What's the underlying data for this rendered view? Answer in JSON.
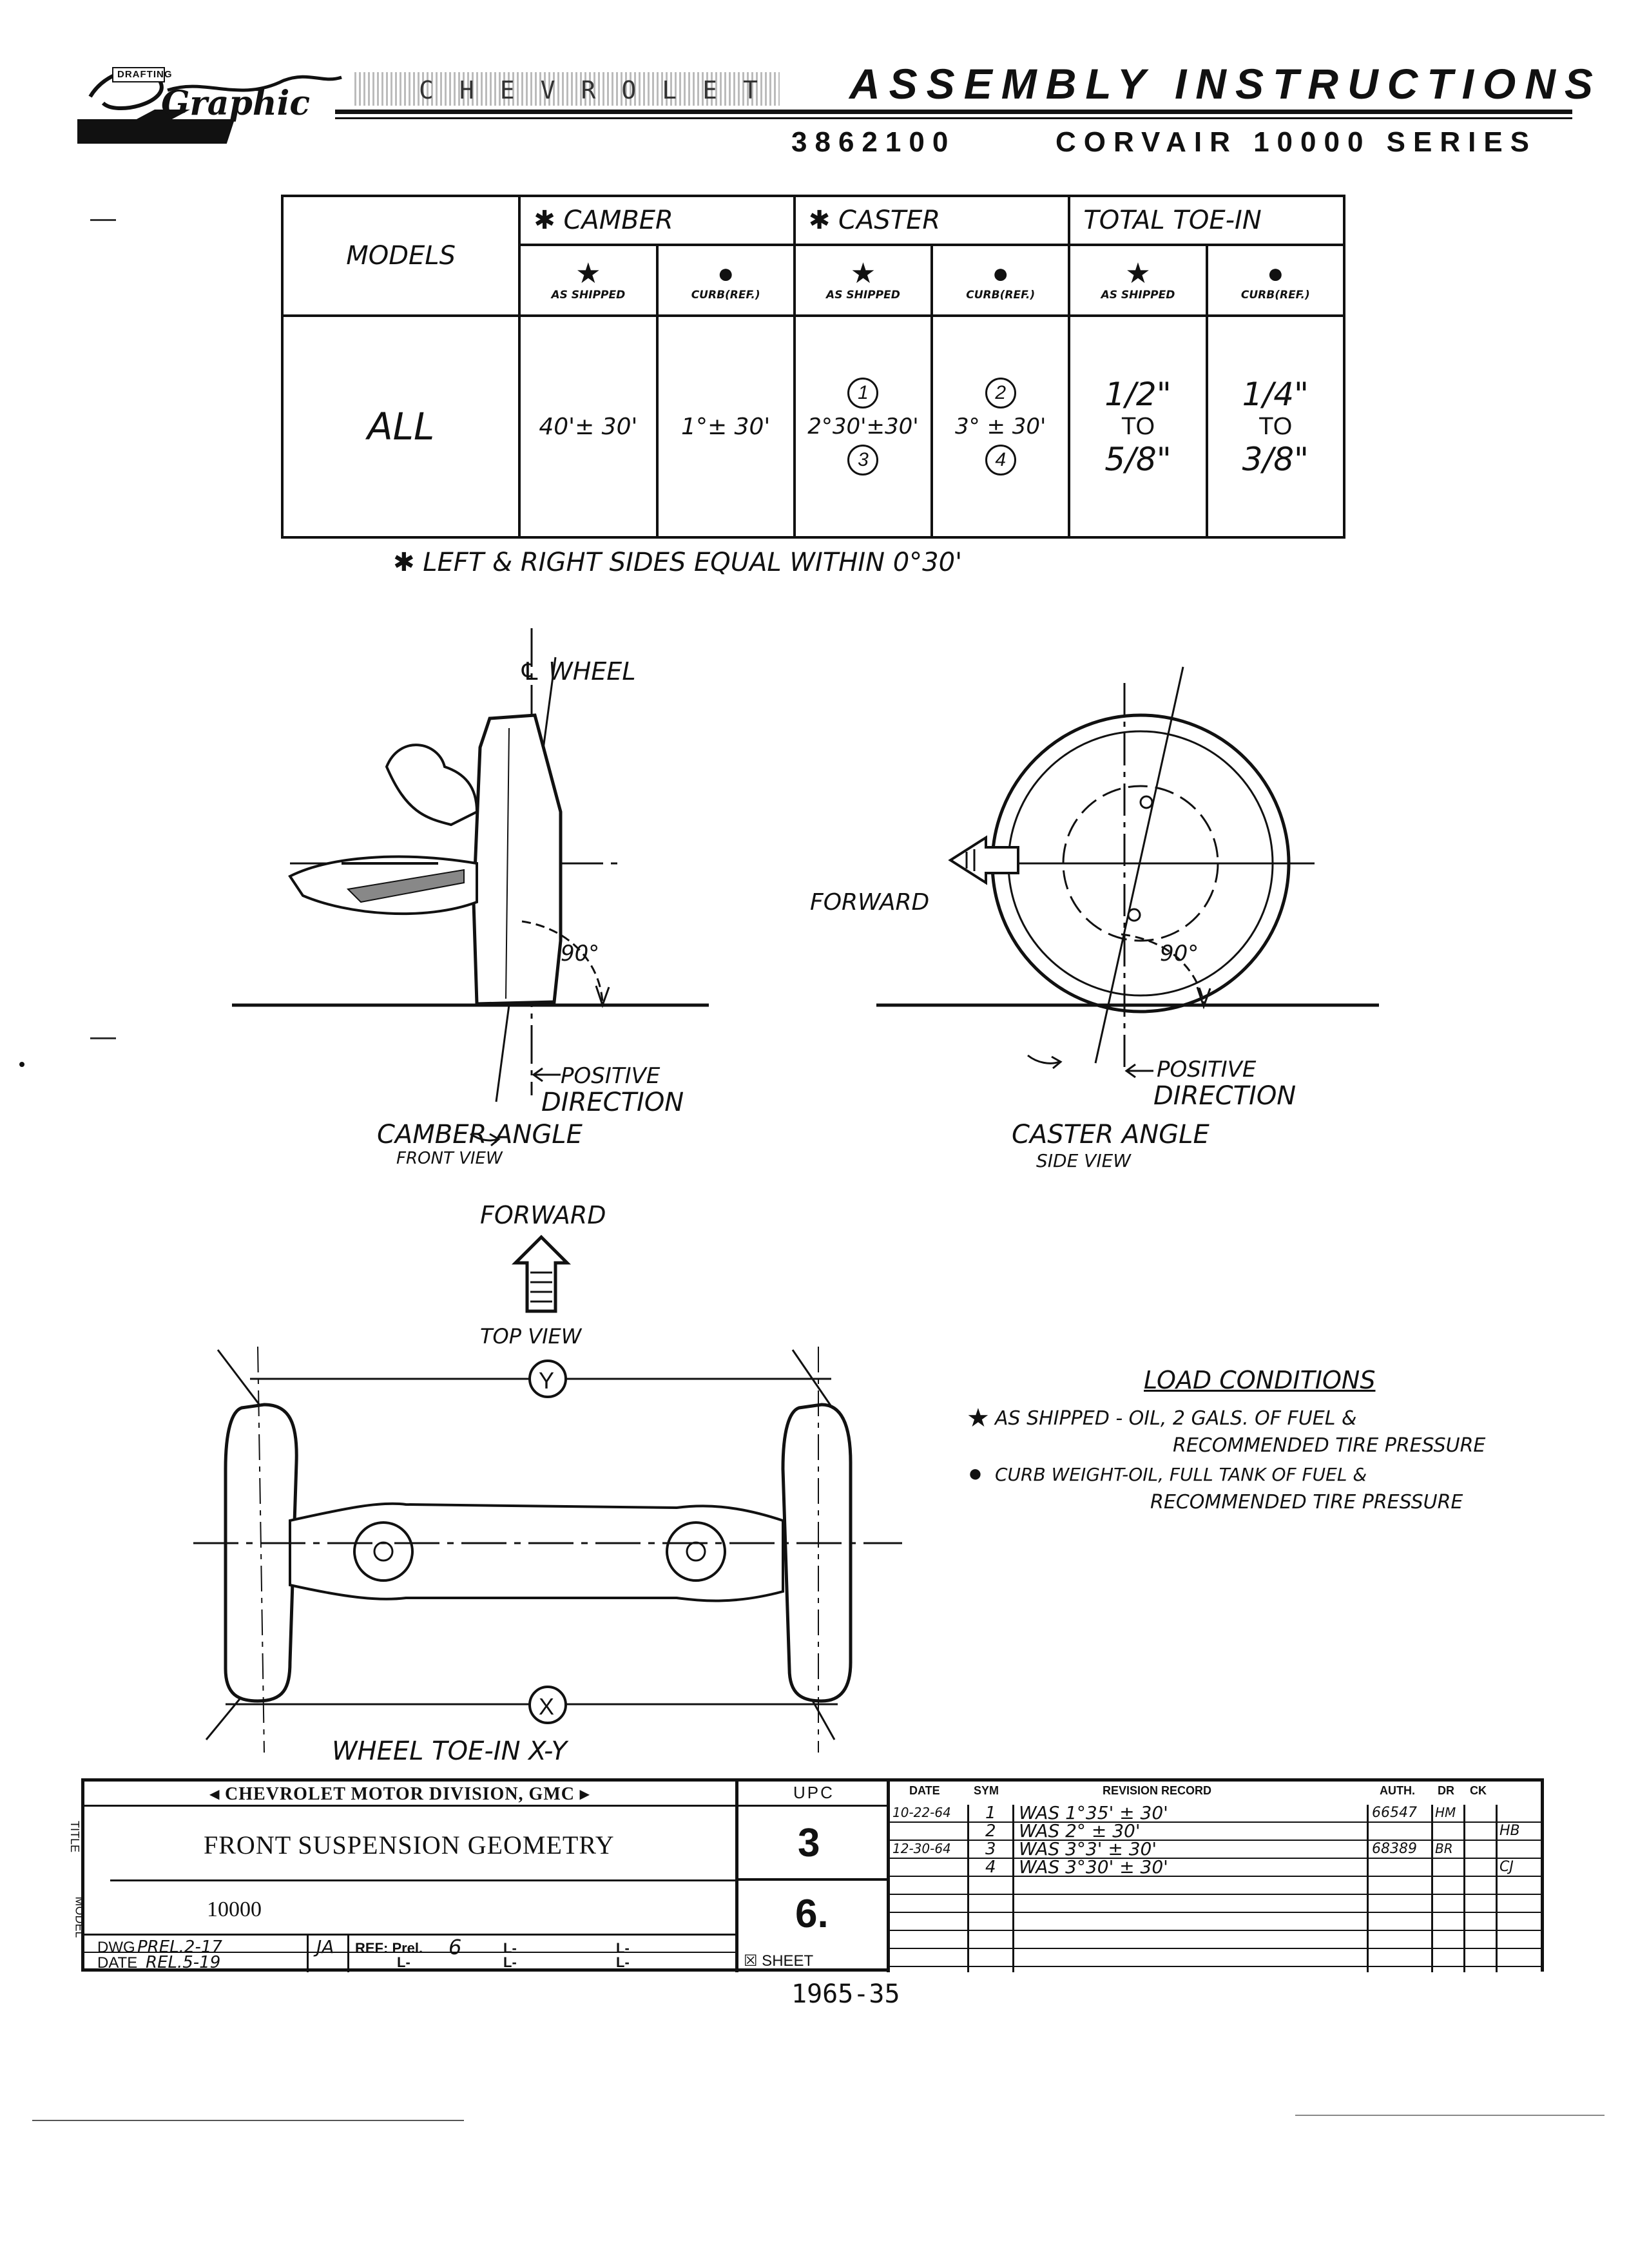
{
  "header": {
    "logo_small": "DRAFTING",
    "logo_script": "Graphic",
    "logo_brand": "CHEVROLET",
    "title": "ASSEMBLY INSTRUCTIONS",
    "part_number": "3862100",
    "series": "CORVAIR 10000 SERIES"
  },
  "spec_table": {
    "models_label": "MODELS",
    "groups": [
      "✱ CAMBER",
      "✱ CASTER",
      "TOTAL TOE-IN"
    ],
    "sub_headers": [
      "AS SHIPPED",
      "CURB(REF.)",
      "AS SHIPPED",
      "CURB(REF.)",
      "AS SHIPPED",
      "CURB(REF.)"
    ],
    "sub_symbols": [
      "★",
      "●",
      "★",
      "●",
      "★",
      "●"
    ],
    "row": {
      "model": "ALL",
      "camber_shipped": "40'± 30'",
      "camber_curb": "1°± 30'",
      "caster_shipped_note_top": "1",
      "caster_shipped": "2°30'±30'",
      "caster_shipped_note_bottom": "3",
      "caster_curb_note_top": "2",
      "caster_curb": "3° ± 30'",
      "caster_curb_note_bottom": "4",
      "toe_shipped_a": "1/2\"",
      "toe_shipped_to": "TO",
      "toe_shipped_b": "5/8\"",
      "toe_curb_a": "1/4\"",
      "toe_curb_to": "TO",
      "toe_curb_b": "3/8\""
    },
    "footnote": "✱ LEFT & RIGHT SIDES EQUAL WITHIN 0°30'"
  },
  "camber_diagram": {
    "wheel_label": "℄ WHEEL",
    "angle_label": "90°",
    "positive_1": "POSITIVE",
    "positive_2": "DIRECTION",
    "caption": "CAMBER ANGLE",
    "subcaption": "FRONT VIEW"
  },
  "caster_diagram": {
    "forward_label": "FORWARD",
    "angle_label": "90°",
    "positive_1": "POSITIVE",
    "positive_2": "DIRECTION",
    "caption": "CASTER ANGLE",
    "subcaption": "SIDE VIEW"
  },
  "toe_diagram": {
    "forward_label": "FORWARD",
    "top_view_label": "TOP VIEW",
    "y_marker": "Y",
    "x_marker": "X",
    "caption": "WHEEL TOE-IN X-Y"
  },
  "load_conditions": {
    "title": "LOAD CONDITIONS",
    "shipped_symbol": "★",
    "shipped_1": "AS SHIPPED - OIL, 2 GALS. OF FUEL &",
    "shipped_2": "RECOMMENDED TIRE PRESSURE",
    "curb_symbol": "●",
    "curb_1": "CURB WEIGHT-OIL, FULL TANK OF FUEL &",
    "curb_2": "RECOMMENDED TIRE PRESSURE"
  },
  "title_block": {
    "division": "◂ CHEVROLET MOTOR DIVISION, GMC ▸",
    "title_side": "TITLE",
    "title": "FRONT SUSPENSION GEOMETRY",
    "model_side": "MODEL",
    "model": "10000",
    "dwg_label": "DWG",
    "dwg_value": "PREL.2-17",
    "dwg_initials": "JA",
    "ref_label": "REF: Prel.",
    "ref_value": "6",
    "date_label": "DATE",
    "date_value": "REL.5-19",
    "l_mark": "L-",
    "upc_header": "UPC",
    "upc_value": "3",
    "sheet_value": "6.",
    "sheet_label": "☒ SHEET",
    "rev_headers": [
      "DATE",
      "SYM",
      "REVISION RECORD",
      "AUTH.",
      "DR",
      "CK"
    ],
    "revisions": [
      {
        "date": "10-22-64",
        "sym": "1",
        "record": "WAS 1°35' ± 30'",
        "auth": "66547",
        "dr": "HM",
        "ck": ""
      },
      {
        "date": "",
        "sym": "2",
        "record": "WAS 2° ± 30'",
        "auth": "",
        "dr": "",
        "ck": "HB"
      },
      {
        "date": "12-30-64",
        "sym": "3",
        "record": "WAS 3°3' ± 30'",
        "auth": "68389",
        "dr": "BR",
        "ck": ""
      },
      {
        "date": "",
        "sym": "4",
        "record": "WAS 3°30' ± 30'",
        "auth": "",
        "dr": "",
        "ck": "CJ"
      }
    ]
  },
  "footer": {
    "page_number": "1965-35"
  }
}
